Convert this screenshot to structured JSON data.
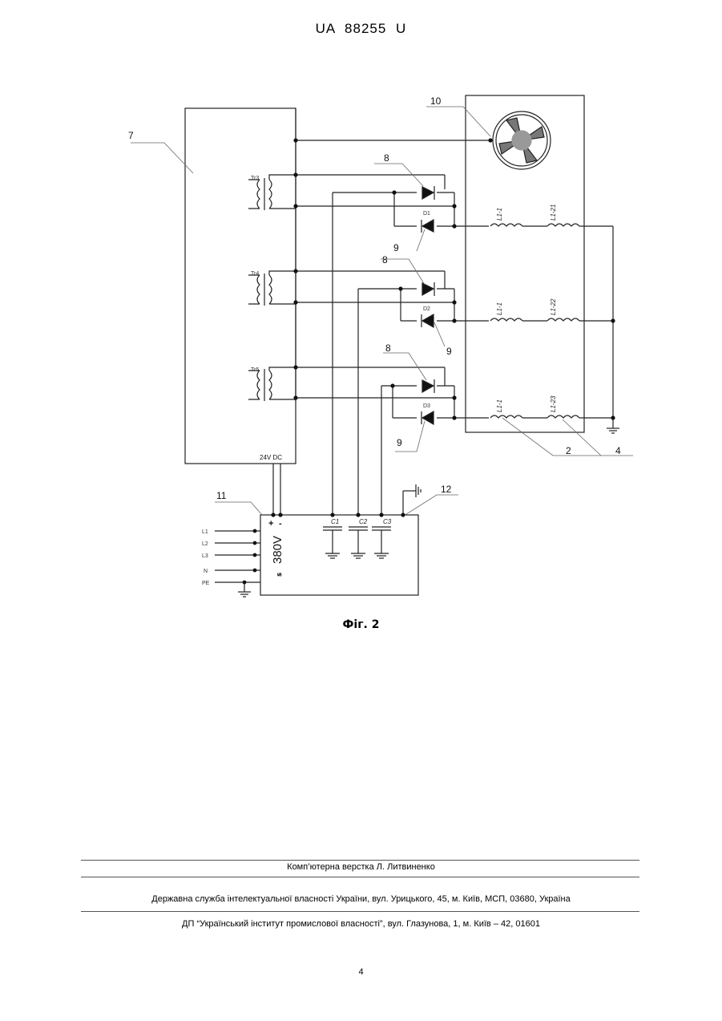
{
  "header": {
    "doc_id": "UA   88255   U"
  },
  "diagram": {
    "callouts": {
      "c7": "7",
      "c10": "10",
      "c8a": "8",
      "c8b": "8",
      "c8c": "8",
      "c9a": "9",
      "c9b": "9",
      "c9c": "9",
      "c2": "2",
      "c4": "4",
      "c11": "11",
      "c12": "12"
    },
    "transformers": {
      "tr1": "Tr3",
      "tr2": "Tr4",
      "tr3": "Tr5"
    },
    "diodes": {
      "d1": "D1",
      "d2": "D2",
      "d3": "D3"
    },
    "inductors": {
      "a1": "L1-1",
      "b1": "L1-21",
      "a2": "L1-1",
      "b2": "L1-22",
      "a3": "L1-1",
      "b3": "L1-23"
    },
    "psu": {
      "label": "24V DC",
      "plus": "+",
      "minus": "-",
      "rating": "380V",
      "symbol": "ₛ"
    },
    "capacitors": {
      "c1": "C1",
      "c2": "C2",
      "c3": "C3"
    },
    "inputs": {
      "l1": "L1",
      "l2": "L2",
      "l3": "L3",
      "n": "N",
      "pe": "PE"
    }
  },
  "caption": "Фіг. 2",
  "footer": {
    "line1": "Комп’ютерна верстка Л. Литвиненко",
    "line2": "Державна служба інтелектуальної власності України, вул. Урицького, 45, м. Київ, МСП, 03680, Україна",
    "line3": "ДП “Український інститут промислової власності”, вул. Глазунова, 1, м. Київ – 42, 01601"
  },
  "page_number": "4"
}
